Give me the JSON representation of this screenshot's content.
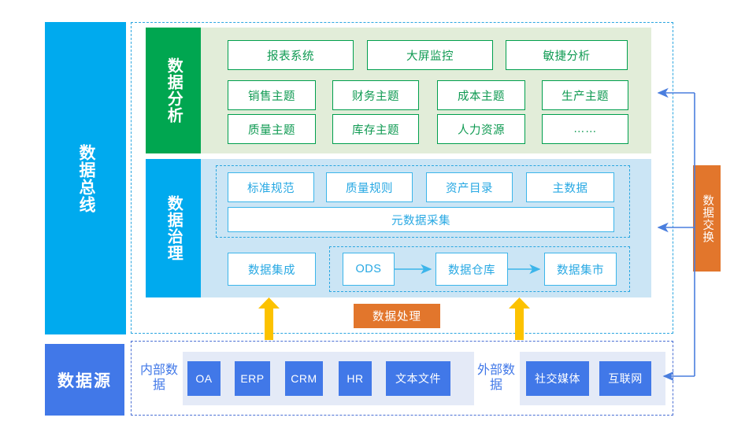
{
  "rails": {
    "bus": "数据总线",
    "source": "数据源"
  },
  "analysis": {
    "rail_label": "数据分析",
    "row1": [
      "报表系统",
      "大屏监控",
      "敏捷分析"
    ],
    "row2": [
      "销售主题",
      "财务主题",
      "成本主题",
      "生产主题"
    ],
    "row3": [
      "质量主题",
      "库存主题",
      "人力资源",
      "……"
    ]
  },
  "governance": {
    "rail_label": "数据治理",
    "top_row": [
      "标准规范",
      "质量规则",
      "资产目录",
      "主数据"
    ],
    "metadata": "元数据采集",
    "integration": "数据集成",
    "pipeline": [
      "ODS",
      "数据仓库",
      "数据集市"
    ]
  },
  "chips": {
    "processing": "数据处理",
    "exchange": "数据交换"
  },
  "sources": {
    "internal_caption": "内部数据",
    "internal": [
      "OA",
      "ERP",
      "CRM",
      "HR",
      "文本文件"
    ],
    "external_caption": "外部数据",
    "external": [
      "社交媒体",
      "互联网"
    ]
  },
  "colors": {
    "bus_blue": "#00aaee",
    "source_blue": "#4178e8",
    "analysis_green": "#00a650",
    "analysis_band": "#e2edd9",
    "gov_band": "#cbe5f5",
    "orange": "#e2762c",
    "arrow_yellow": "#fcc200",
    "connector_blue": "#4a7ede",
    "dashed_cyan": "#2ba6e0",
    "dashed_blue": "#4a6fd4"
  }
}
